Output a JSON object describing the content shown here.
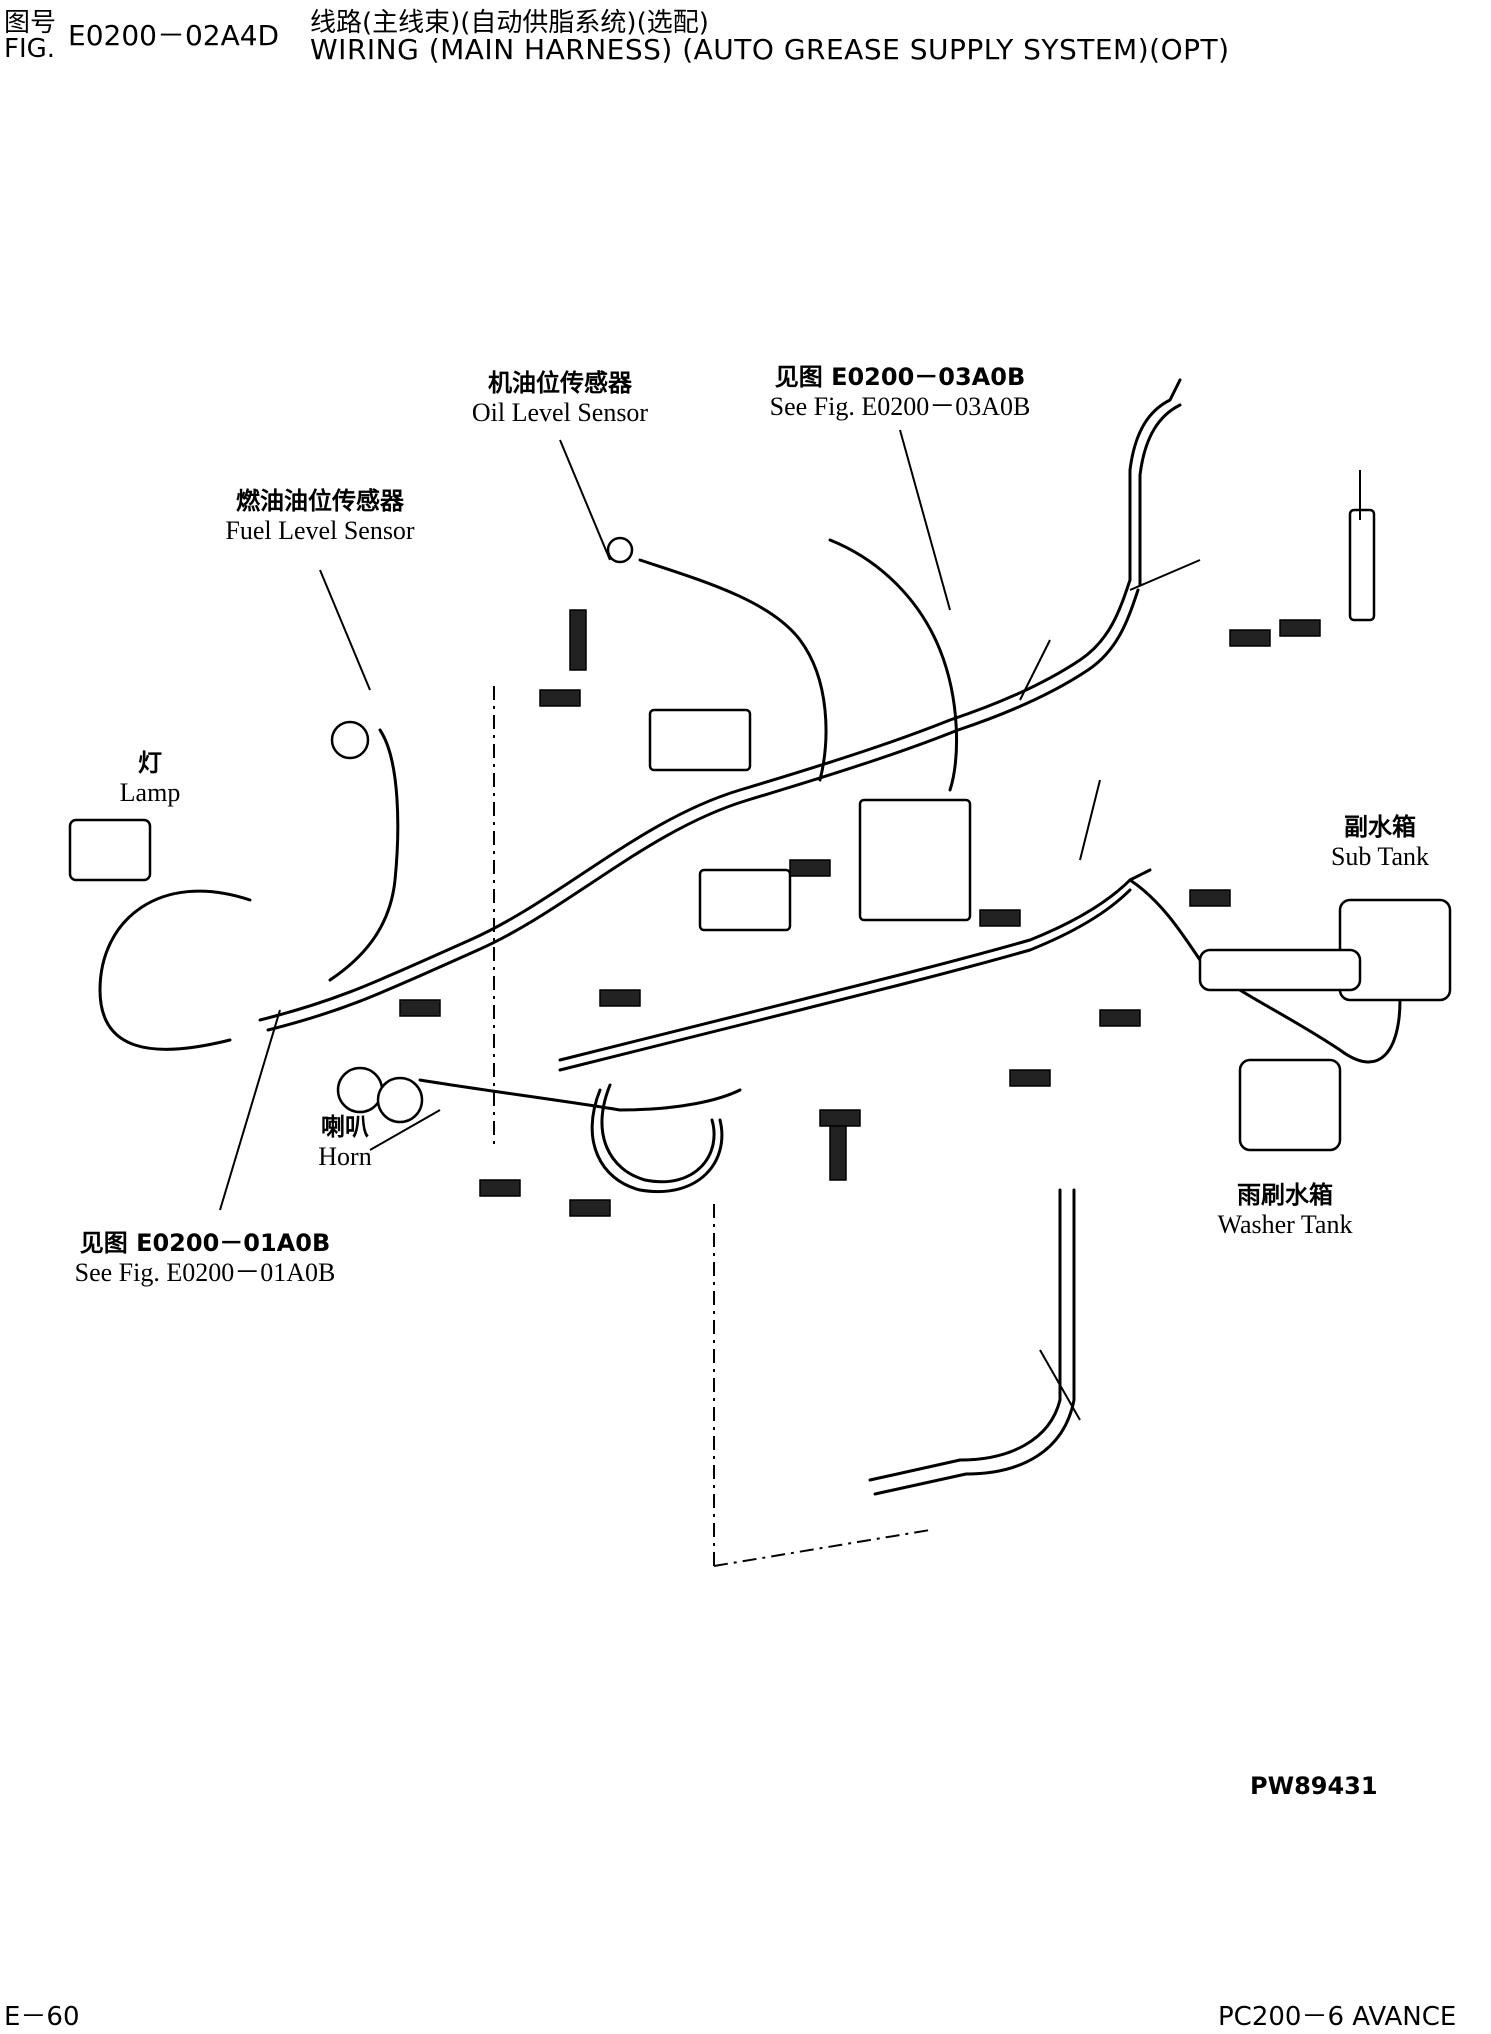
{
  "header": {
    "fig_label_cn": "图号",
    "fig_label_en": "FIG.",
    "fig_code": "E0200－02A4D",
    "title_cn": "线路(主线束)(自动供脂系统)(选配)",
    "title_en": "WIRING (MAIN HARNESS) (AUTO GREASE SUPPLY SYSTEM)(OPT)"
  },
  "callouts": {
    "oil_level_sensor": {
      "cn": "机油位传感器",
      "en": "Oil Level Sensor"
    },
    "see_fig_03": {
      "cn": "见图 E0200－03A0B",
      "en": "See Fig. E0200－03A0B"
    },
    "fuel_level_sensor": {
      "cn": "燃油油位传感器",
      "en": "Fuel Level Sensor"
    },
    "lamp": {
      "cn": "灯",
      "en": "Lamp"
    },
    "sub_tank": {
      "cn": "副水箱",
      "en": "Sub Tank"
    },
    "horn": {
      "cn": "喇叭",
      "en": "Horn"
    },
    "washer_tank": {
      "cn": "雨刷水箱",
      "en": "Washer Tank"
    },
    "see_fig_01": {
      "cn": "见图 E0200－01A0B",
      "en": "See Fig. E0200－01A0B"
    }
  },
  "drawing_code": "PW89431",
  "footer": {
    "page": "E－60",
    "model": "PC200－6 AVANCE"
  }
}
